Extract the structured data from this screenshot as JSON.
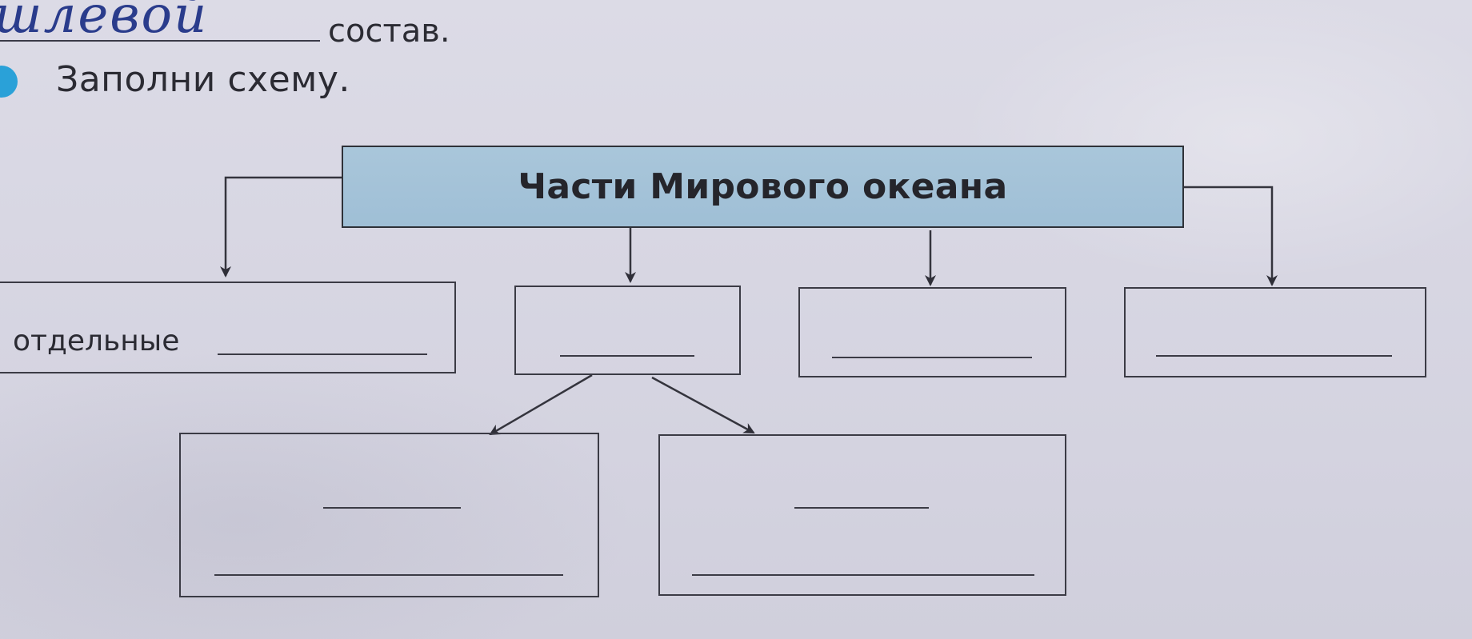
{
  "header": {
    "handwritten_word": "шлевой",
    "line_suffix": "состав.",
    "task": "Заполни схему."
  },
  "diagram": {
    "title": "Части Мирового океана",
    "boxes": [
      {
        "label": "отдельные"
      },
      {
        "label": ""
      },
      {
        "label": ""
      },
      {
        "label": ""
      }
    ],
    "sub_boxes": [
      {
        "label": ""
      },
      {
        "label": ""
      }
    ]
  },
  "colors": {
    "title_fill": "#a9c6da",
    "bullet": "#2aa1d8",
    "ink": "#3b3b45",
    "handwriting": "#2a3c8c"
  }
}
